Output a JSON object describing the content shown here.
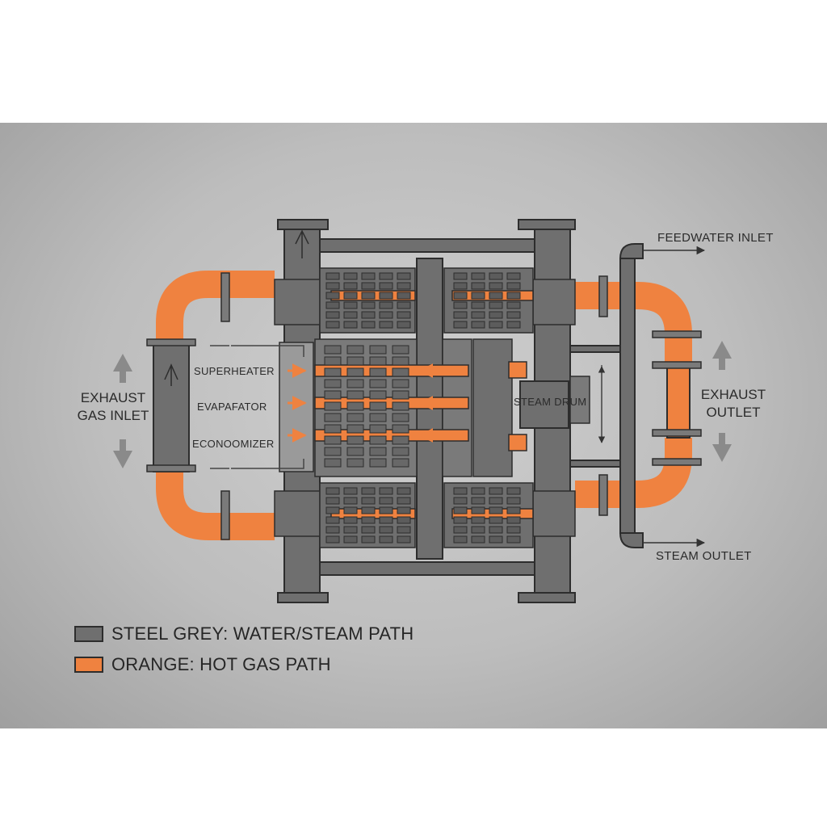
{
  "labels": {
    "feedwater_inlet": "FEEDWATER INLET",
    "exhaust_gas_inlet_line1": "EXHAUST",
    "exhaust_gas_inlet_line2": "GAS INLET",
    "superheater": "SUPERHEATER",
    "evaporator": "EVAPAFATOR",
    "economizer": "ECONOOMIZER",
    "steam_drum": "STEAM DRUM",
    "exhaust_outlet_line1": "EXHAUST",
    "exhaust_outlet_line2": "OUTLET",
    "steam_outlet": "STEAM OUTLET"
  },
  "legend": [
    {
      "swatch_color": "#6f6f6f",
      "text": "STEEL GREY: WATER/STEAM PATH"
    },
    {
      "swatch_color": "#ef8240",
      "text": "ORANGE: HOT GAS PATH"
    }
  ],
  "colors": {
    "steel_grey": "#6f6f6f",
    "hot_gas_orange": "#ef8240",
    "outline": "#2d2d2d"
  }
}
